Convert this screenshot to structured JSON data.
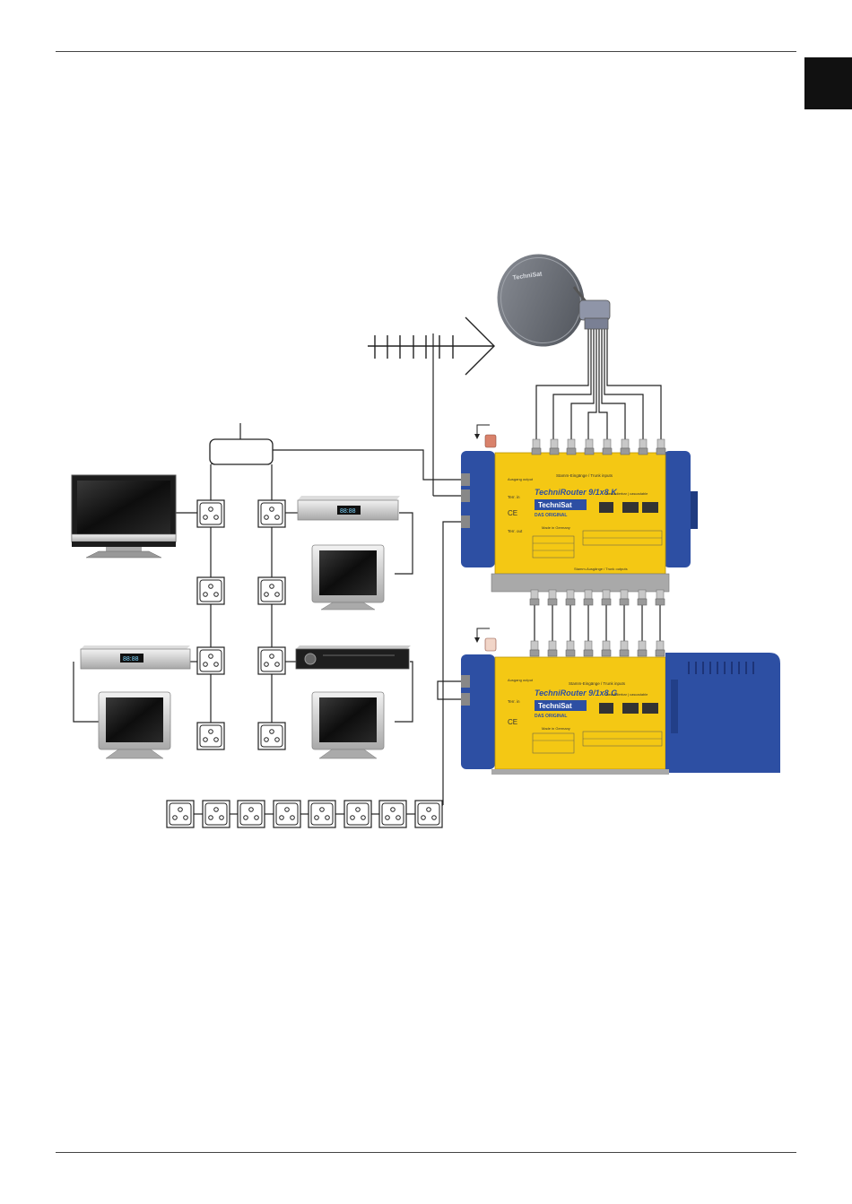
{
  "router_top": {
    "brand": "TechniSat",
    "model": "TechniRouter 9/1x8 K",
    "subtitle": "kaskadierbar | cascadable",
    "das_original": "DAS ORIGINAL",
    "made_in": "Made in Germany",
    "inputs_label": "Stamm-Eingänge / Trunk inputs",
    "outputs_label": "Stamm-Ausgänge / Trunk outputs",
    "tv_in": "Terr. in",
    "tv_out": "Terr. out",
    "ausgang": "Ausgang output",
    "ce": "CE"
  },
  "router_bottom": {
    "brand": "TechniSat",
    "model": "TechniRouter 9/1x8 G",
    "subtitle": "kaskadierbar | cascadable",
    "das_original": "DAS ORIGINAL",
    "made_in": "Made in Germany",
    "inputs_label": "Stamm-Eingänge / Trunk inputs",
    "tv_in": "Terr. in",
    "ausgang": "Ausgang output",
    "ce": "CE"
  },
  "dish": {
    "brand": "TechniSat"
  },
  "receiver_display": {
    "top": "88:88",
    "bottom": "88:88"
  },
  "colors": {
    "router_yellow": "#f4c814",
    "router_blue": "#2d4fa3",
    "dish_gray": "#6f737b"
  }
}
